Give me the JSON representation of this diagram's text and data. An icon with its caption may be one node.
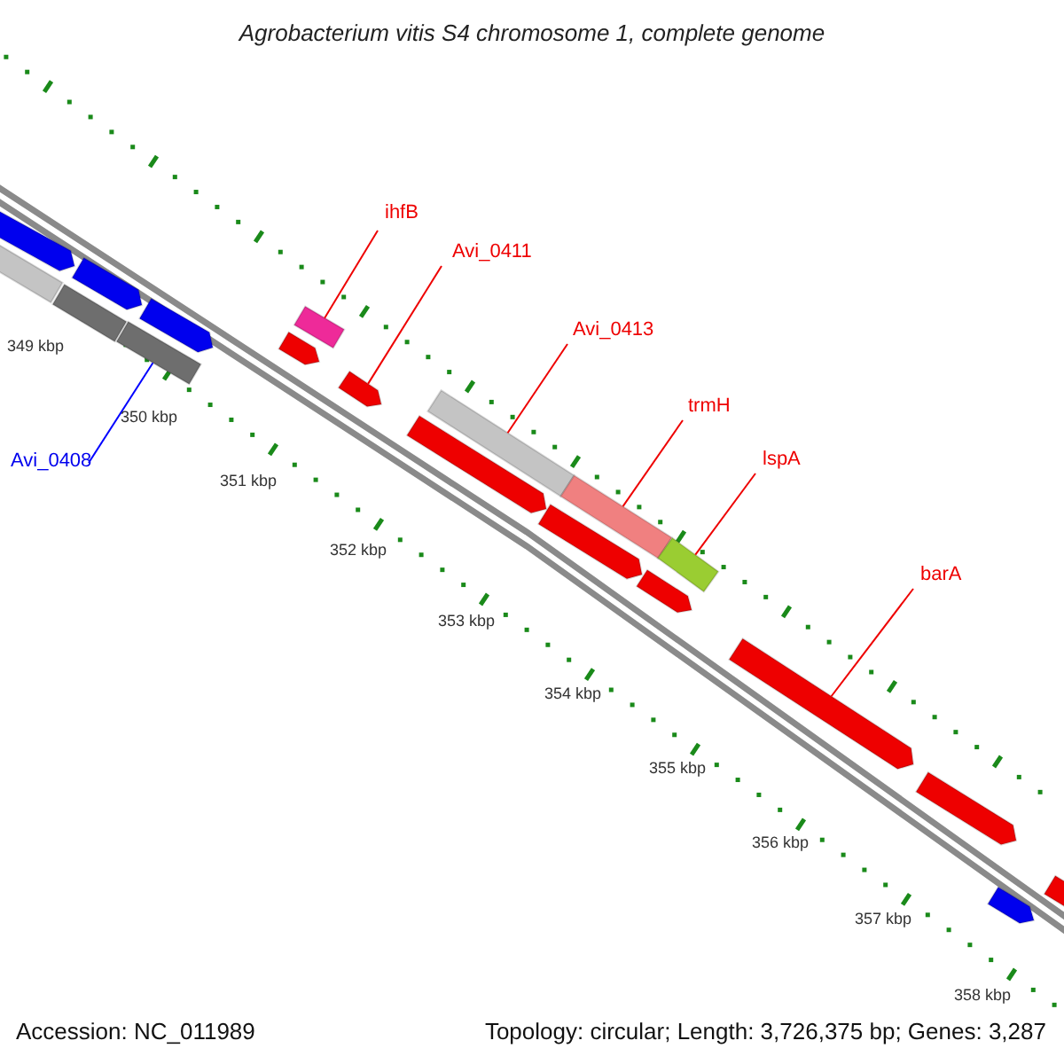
{
  "diagram": {
    "title": "Agrobacterium vitis S4 chromosome 1, complete genome",
    "nodes": [
      {
        "text": [
          "ihfB"
        ]
      },
      {
        "text": [],
        "shape": "bar"
      },
      {
        "text": [
          "Avi_0411"
        ]
      },
      {
        "text": [],
        "shape": "bar"
      },
      {
        "text": [
          "Avi_0413"
        ]
      },
      {
        "text": [],
        "shape": "bar"
      },
      {
        "text": [
          "trmH"
        ]
      },
      {
        "text": [],
        "shape": "bar"
      },
      {
        "text": [
          "lspA"
        ]
      },
      {
        "text": [],
        "shape": "bar"
      },
      {
        "text": [
          "barA"
        ]
      },
      {
        "text": [],
        "shape": "bar"
      },
      {
        "text": [
          "Avi_0408"
        ]
      },
      {
        "text": [],
        "shape": "bar"
      },
      {
        "text": [],
        "shape": "bar"
      },
      {
        "text": [],
        "shape": "bar"
      },
      {
        "text": [],
        "shape": "bar"
      },
      {
        "text": [],
        "shape": "bar"
      },
      {
        "text": [],
        "shape": "bar"
      },
      {
        "text": [],
        "shape": "bar"
      },
      {
        "text": [],
        "shape": "bar"
      },
      {
        "text": [],
        "shape": "bar"
      },
      {
        "text": [],
        "shape": "bar"
      },
      {
        "text": [],
        "shape": "bar"
      },
      {
        "text": [],
        "shape": "bar"
      },
      {
        "text": [],
        "shape": "bar"
      }
    ],
    "edges": [
      {
        "from": 0,
        "to": 1,
        "arrow": "none"
      },
      {
        "from": 2,
        "to": 3,
        "arrow": "none"
      },
      {
        "from": 4,
        "to": 5,
        "arrow": "none"
      },
      {
        "from": 6,
        "to": 7,
        "arrow": "none"
      },
      {
        "from": 8,
        "to": 9,
        "arrow": "none"
      },
      {
        "from": 10,
        "to": 11,
        "arrow": "none"
      },
      {
        "from": 12,
        "to": 13,
        "arrow": "none",
        "color": "#0000ff"
      }
    ],
    "labels": [
      "349 kbp",
      "350 kbp",
      "351 kbp",
      "352 kbp",
      "353 kbp",
      "354 kbp",
      "355 kbp",
      "356 kbp",
      "357 kbp",
      "358 kbp",
      "Accession: NC_011989",
      "Topology: circular; Length: 3,726,375 bp; Genes: 3,287"
    ]
  }
}
